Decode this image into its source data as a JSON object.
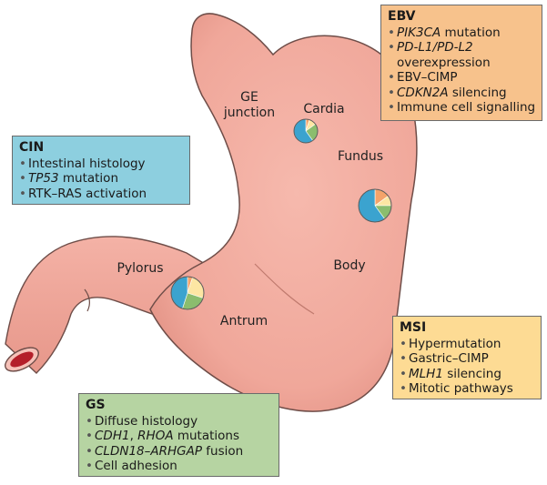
{
  "regions": {
    "ge_junction": [
      "GE",
      "junction"
    ],
    "cardia": "Cardia",
    "fundus": "Fundus",
    "body": "Body",
    "pylorus": "Pylorus",
    "antrum": "Antrum"
  },
  "subtypes": {
    "ebv": {
      "title": "EBV",
      "items": [
        {
          "parts": [
            {
              "t": "PIK3CA",
              "i": true
            },
            {
              "t": " mutation",
              "i": false
            }
          ]
        },
        {
          "parts": [
            {
              "t": "PD-L1/PD-L2",
              "i": true
            }
          ]
        },
        {
          "parts": [
            {
              "t": "overexpression",
              "i": false
            }
          ],
          "continuation": true
        },
        {
          "parts": [
            {
              "t": "EBV–CIMP",
              "i": false
            }
          ]
        },
        {
          "parts": [
            {
              "t": "CDKN2A",
              "i": true
            },
            {
              "t": " silencing",
              "i": false
            }
          ]
        },
        {
          "parts": [
            {
              "t": "Immune cell signalling",
              "i": false
            }
          ]
        }
      ]
    },
    "cin": {
      "title": "CIN",
      "items": [
        {
          "parts": [
            {
              "t": "Intestinal histology",
              "i": false
            }
          ]
        },
        {
          "parts": [
            {
              "t": "TP53",
              "i": true
            },
            {
              "t": " mutation",
              "i": false
            }
          ]
        },
        {
          "parts": [
            {
              "t": "RTK–RAS activation",
              "i": false
            }
          ]
        }
      ]
    },
    "msi": {
      "title": "MSI",
      "items": [
        {
          "parts": [
            {
              "t": "Hypermutation",
              "i": false
            }
          ]
        },
        {
          "parts": [
            {
              "t": "Gastric–CIMP",
              "i": false
            }
          ]
        },
        {
          "parts": [
            {
              "t": "MLH1",
              "i": true
            },
            {
              "t": " silencing",
              "i": false
            }
          ]
        },
        {
          "parts": [
            {
              "t": "Mitotic pathways",
              "i": false
            }
          ]
        }
      ]
    },
    "gs": {
      "title": "GS",
      "items": [
        {
          "parts": [
            {
              "t": "Diffuse histology",
              "i": false
            }
          ]
        },
        {
          "parts": [
            {
              "t": "CDH1",
              "i": true
            },
            {
              "t": ", ",
              "i": false
            },
            {
              "t": "RHOA",
              "i": true
            },
            {
              "t": " mutations",
              "i": false
            }
          ]
        },
        {
          "parts": [
            {
              "t": "CLDN18–ARHGAP",
              "i": true
            },
            {
              "t": " fusion",
              "i": false
            }
          ]
        },
        {
          "parts": [
            {
              "t": "Cell adhesion",
              "i": false
            }
          ]
        }
      ]
    }
  },
  "colors": {
    "stomach": "#f0a79a",
    "stomach_outline": "#6e4d48",
    "ebv": "#f7c28c",
    "cin": "#8dcfdf",
    "msi": "#fddb94",
    "gs": "#b6d4a2",
    "pie_cin": "#3ba3cf",
    "pie_ebv": "#f4a36a",
    "pie_msi": "#fde6a3",
    "pie_gs": "#8bbd6e"
  },
  "pies": [
    {
      "location": "cardia",
      "shares": {
        "cin": 0.6,
        "ebv": 0.05,
        "msi": 0.1,
        "gs": 0.25
      }
    },
    {
      "location": "fundus-body",
      "shares": {
        "cin": 0.6,
        "ebv": 0.15,
        "msi": 0.1,
        "gs": 0.15
      }
    },
    {
      "location": "antrum",
      "shares": {
        "cin": 0.45,
        "ebv": 0.05,
        "msi": 0.25,
        "gs": 0.25
      }
    }
  ]
}
